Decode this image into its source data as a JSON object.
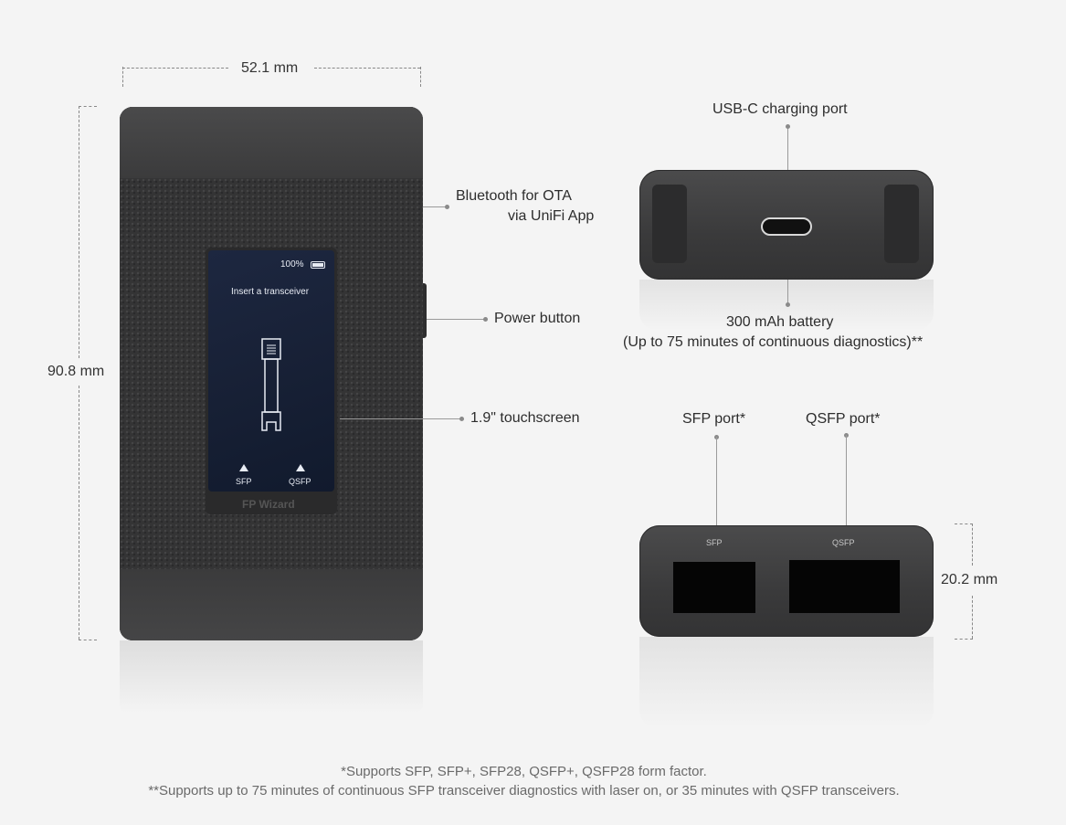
{
  "dimensions": {
    "width": "52.1 mm",
    "height": "90.8 mm",
    "depth": "20.2 mm"
  },
  "callouts": {
    "bluetooth_line1": "Bluetooth for OTA",
    "bluetooth_line2": "via UniFi App",
    "power_button": "Power button",
    "touchscreen": "1.9\" touchscreen",
    "usb_c": "USB-C charging port",
    "battery_line1": "300 mAh battery",
    "battery_line2": "(Up to 75 minutes of continuous diagnostics)**",
    "sfp_port": "SFP port*",
    "qsfp_port": "QSFP port*"
  },
  "screen": {
    "battery_percent": "100%",
    "message": "Insert a transceiver",
    "left_label": "SFP",
    "right_label": "QSFP",
    "brand": "FP Wizard"
  },
  "port_face": {
    "sfp_label": "SFP",
    "qsfp_label": "QSFP"
  },
  "footnotes": {
    "line1": "*Supports SFP, SFP+, SFP28, QSFP+, QSFP28 form factor.",
    "line2": "**Supports up to 75 minutes of continuous SFP transceiver diagnostics with laser on, or 35 minutes with QSFP transceivers."
  },
  "colors": {
    "background": "#f4f4f4",
    "device_body": "#3a3a3b",
    "screen_bg": "#1d2740"
  }
}
